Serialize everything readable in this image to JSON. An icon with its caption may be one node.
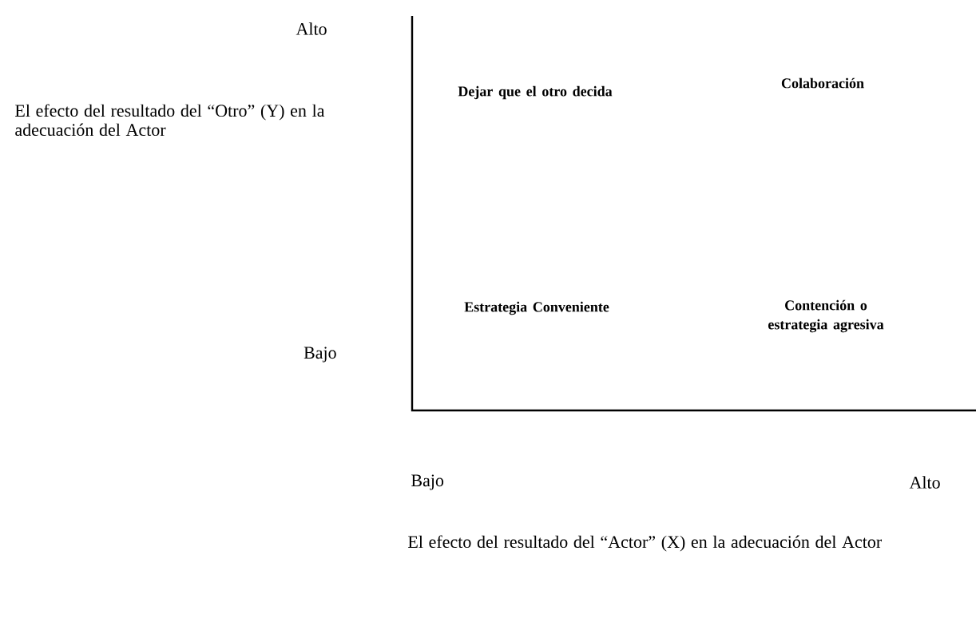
{
  "diagram": {
    "labels": [
      "Alto",
      "Dejar que el otro decida",
      "Colaboración",
      "El efecto del resultado del “Otro” (Y) en la adecuación del Actor",
      "Estrategia Conveniente",
      "Contención o estrategia agresiva",
      "Bajo",
      "Bajo",
      "Alto",
      "El efecto del resultado del “Actor” (X) en la adecuación del Actor"
    ]
  }
}
